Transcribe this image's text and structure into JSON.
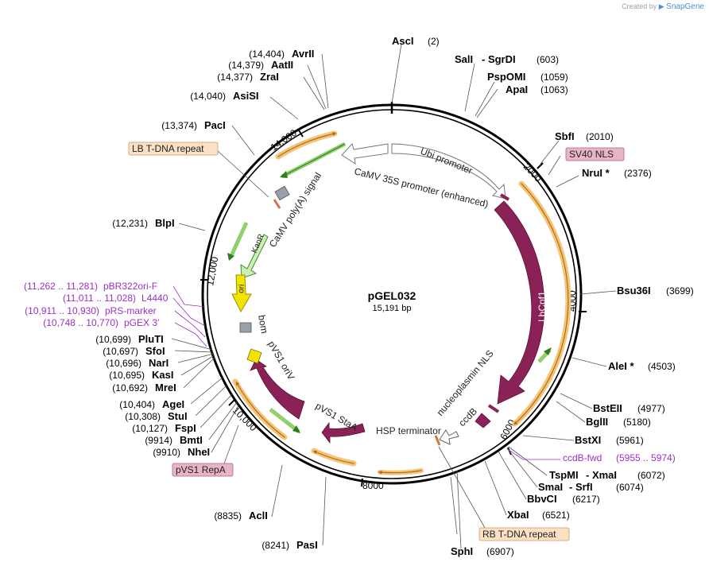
{
  "credit": {
    "prefix": "Created by",
    "brand": "SnapGene"
  },
  "plasmid": {
    "name": "pGEL032",
    "size_label": "15,191 bp",
    "length": 15191
  },
  "ticks": [
    {
      "pos": 2000,
      "label": "2000"
    },
    {
      "pos": 4000,
      "label": "4000"
    },
    {
      "pos": 6000,
      "label": "6000"
    },
    {
      "pos": 8000,
      "label": "8000"
    },
    {
      "pos": 10000,
      "label": "10,000"
    },
    {
      "pos": 12000,
      "label": "12,000"
    },
    {
      "pos": 14000,
      "label": "14,000"
    }
  ],
  "sites": [
    {
      "name": "AscI",
      "pos": "(2)",
      "side": "R",
      "boxed": false
    },
    {
      "name": "SalI",
      "extra": "- SgrDI",
      "pos": "(603)",
      "side": "R"
    },
    {
      "name": "PspOMI",
      "pos": "(1059)",
      "side": "R"
    },
    {
      "name": "ApaI",
      "pos": "(1063)",
      "side": "R"
    },
    {
      "name": "SbfI",
      "pos": "(2010)",
      "side": "R"
    },
    {
      "name": "NruI *",
      "pos": "(2376)",
      "side": "R"
    },
    {
      "name": "Bsu36I",
      "pos": "(3699)",
      "side": "R"
    },
    {
      "name": "AleI *",
      "pos": "(4503)",
      "side": "R"
    },
    {
      "name": "BstEII",
      "pos": "(4977)",
      "side": "R"
    },
    {
      "name": "BglII",
      "pos": "(5180)",
      "side": "R"
    },
    {
      "name": "BstXI",
      "pos": "(5961)",
      "side": "R"
    },
    {
      "name": "TspMI",
      "extra": "- XmaI",
      "pos": "(6072)",
      "side": "R"
    },
    {
      "name": "SmaI",
      "extra": "- SrfI",
      "pos": "(6074)",
      "side": "R"
    },
    {
      "name": "BbvCI",
      "pos": "(6217)",
      "side": "R"
    },
    {
      "name": "XbaI",
      "pos": "(6521)",
      "side": "R"
    },
    {
      "name": "SphI",
      "pos": "(6907)",
      "side": "R"
    },
    {
      "name": "PasI",
      "pos": "(8241)",
      "side": "L"
    },
    {
      "name": "AclI",
      "pos": "(8835)",
      "side": "L"
    },
    {
      "name": "NheI",
      "pos": "(9910)",
      "side": "L"
    },
    {
      "name": "BmtI",
      "pos": "(9914)",
      "side": "L"
    },
    {
      "name": "FspI",
      "pos": "(10,127)",
      "side": "L"
    },
    {
      "name": "StuI",
      "pos": "(10,308)",
      "side": "L"
    },
    {
      "name": "AgeI",
      "pos": "(10,404)",
      "side": "L"
    },
    {
      "name": "MreI",
      "pos": "(10,692)",
      "side": "L"
    },
    {
      "name": "KasI",
      "pos": "(10,695)",
      "side": "L"
    },
    {
      "name": "NarI",
      "pos": "(10,696)",
      "side": "L"
    },
    {
      "name": "SfoI",
      "pos": "(10,697)",
      "side": "L"
    },
    {
      "name": "PluTI",
      "pos": "(10,699)",
      "side": "L"
    },
    {
      "name": "BlpI",
      "pos": "(12,231)",
      "side": "L"
    },
    {
      "name": "PacI",
      "pos": "(13,374)",
      "side": "L"
    },
    {
      "name": "AsiSI",
      "pos": "(14,040)",
      "side": "L"
    },
    {
      "name": "ZraI",
      "pos": "(14,377)",
      "side": "L"
    },
    {
      "name": "AatII",
      "pos": "(14,379)",
      "side": "L"
    },
    {
      "name": "AvrII",
      "pos": "(14,404)",
      "side": "L"
    }
  ],
  "primers": [
    {
      "name": "ccdB-fwd",
      "range": "(5955 .. 5974)"
    },
    {
      "name": "pBR322ori-F",
      "range": "(11,262 .. 11,281)"
    },
    {
      "name": "L4440",
      "range": "(11,011 .. 11,028)"
    },
    {
      "name": "pRS-marker",
      "range": "(10,911 .. 10,930)"
    },
    {
      "name": "pGEX 3'",
      "range": "(10,748 .. 10,770)"
    }
  ],
  "boxed_features": [
    {
      "name": "SV40 NLS",
      "color": "#e8b4c8"
    },
    {
      "name": "LB T-DNA repeat",
      "color": "#fbe0c4"
    },
    {
      "name": "RB T-DNA repeat",
      "color": "#fbe0c4"
    },
    {
      "name": "pVS1 RepA",
      "color": "#e8b4c8"
    }
  ],
  "features": [
    {
      "name": "Ubi promoter"
    },
    {
      "name": "CaMV 35S promoter (enhanced)"
    },
    {
      "name": "CaMV poly(A) signal"
    },
    {
      "name": "LbCpf1"
    },
    {
      "name": "nucleoplasmin NLS"
    },
    {
      "name": "ccdB"
    },
    {
      "name": "HSP terminator"
    },
    {
      "name": "pVS1 StaA"
    },
    {
      "name": "pVS1 oriV"
    },
    {
      "name": "bom"
    },
    {
      "name": "ori"
    },
    {
      "name": "KanR"
    }
  ],
  "colors": {
    "cds": "#8b2257",
    "orange_arc": "#e8a33a",
    "green_arc": "#3a9b2a",
    "ori": "#f2e300",
    "primer": "#9b30c8",
    "gray": "#9aa0a8"
  }
}
